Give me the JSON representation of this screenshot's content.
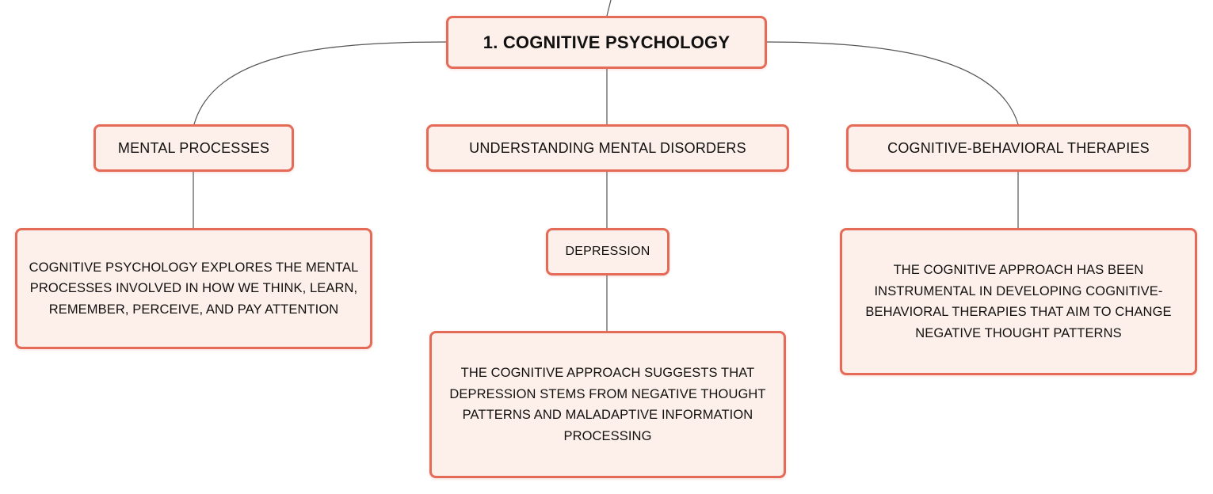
{
  "colors": {
    "node_fill": "#fdefe9",
    "node_border": "#e46b57",
    "connector": "#555555",
    "text": "#111111"
  },
  "diagram": {
    "root": {
      "label": "1. COGNITIVE PSYCHOLOGY"
    },
    "branches": [
      {
        "label": "MENTAL PROCESSES",
        "detail": "COGNITIVE PSYCHOLOGY EXPLORES THE MENTAL PROCESSES INVOLVED IN HOW WE THINK, LEARN, REMEMBER, PERCEIVE, AND PAY ATTENTION"
      },
      {
        "label": "UNDERSTANDING MENTAL DISORDERS",
        "subtopic": "DEPRESSION",
        "detail": "THE COGNITIVE APPROACH SUGGESTS THAT DEPRESSION STEMS FROM NEGATIVE THOUGHT PATTERNS AND MALADAPTIVE INFORMATION PROCESSING"
      },
      {
        "label": "COGNITIVE-BEHAVIORAL THERAPIES",
        "detail": "THE COGNITIVE APPROACH HAS BEEN INSTRUMENTAL IN DEVELOPING COGNITIVE-BEHAVIORAL THERAPIES THAT AIM TO CHANGE NEGATIVE THOUGHT PATTERNS"
      }
    ]
  }
}
